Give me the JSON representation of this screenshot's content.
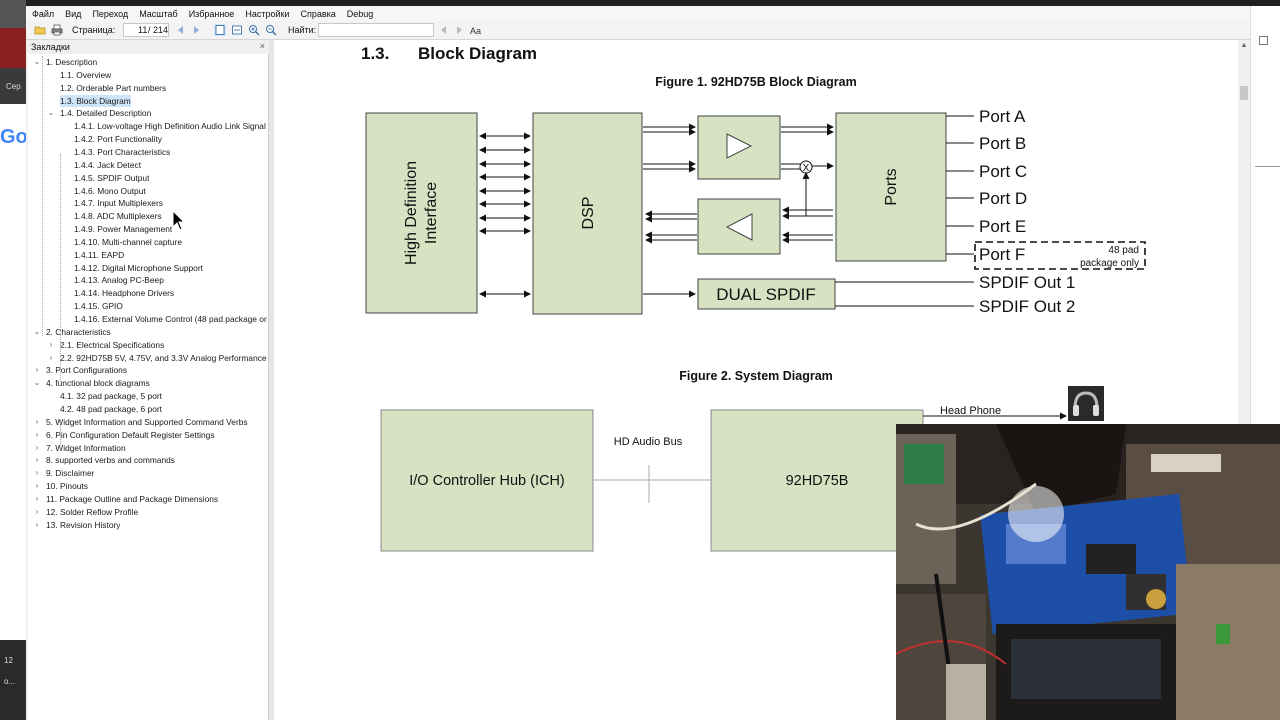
{
  "desktop": {
    "left_fragment_text": "Сер",
    "left_fragment_bottom_text": "12",
    "left_fragment_bottom_text2": "о..."
  },
  "menu": [
    "Файл",
    "Вид",
    "Переход",
    "Масштаб",
    "Избранное",
    "Настройки",
    "Справка",
    "Debug"
  ],
  "toolbar": {
    "page_label": "Страница:",
    "current_page": "11",
    "total_pages": "/ 214",
    "find_label": "Найти:"
  },
  "bookmarks": {
    "title": "Закладки",
    "close_glyph": "×",
    "items": [
      "1. Description",
      "1.1. Overview",
      "1.2. Orderable Part numbers",
      "1.3. Block Diagram",
      "1.4. Detailed Description",
      "1.4.1. Low-voltage High Definition Audio Link Signal",
      "1.4.2. Port Functionality",
      "1.4.3. Port Characteristics",
      "1.4.4. Jack Detect",
      "1.4.5. SPDIF Output",
      "1.4.6. Mono Output",
      "1.4.7. Input Multiplexers",
      "1.4.8. ADC Multiplexers",
      "1.4.9. Power Management",
      "1.4.10. Multi-channel capture",
      "1.4.11. EAPD",
      "1.4.12. Digital Microphone Support",
      "1.4.13. Analog PC-Beep",
      "1.4.14. Headphone Drivers",
      "1.4.15. GPIO",
      "1.4.16. External Volume Control (48 pad package or",
      "2. Characteristics",
      "2.1. Electrical Specifications",
      "2.2. 92HD75B 5V, 4.75V, and 3.3V Analog Performance C",
      "3. Port Configurations",
      "4. functional block diagrams",
      "4.1. 32 pad package, 5 port",
      "4.2. 48 pad package, 6 port",
      "5. Widget Information and Supported Command Verbs",
      "6. Pin Configuration Default Register Settings",
      "7. Widget Information",
      "8. supported verbs and commands",
      "9. Disclaimer",
      "10. Pinouts",
      "11. Package Outline and Package Dimensions",
      "12. Solder Reflow Profile",
      "13. Revision History"
    ],
    "selected": "1.3. Block Diagram"
  },
  "document": {
    "section_number": "1.3.",
    "section_title": "Block Diagram",
    "figure1": {
      "caption": "Figure 1.  92HD75B  Block Diagram",
      "hd_interface": [
        "High Definition",
        "Interface"
      ],
      "dsp": "DSP",
      "ports": "Ports",
      "dual_spdif": "DUAL SPDIF",
      "mixer_symbol": "X",
      "port_labels": [
        "Port A",
        "Port B",
        "Port C",
        "Port D",
        "Port E",
        "Port F"
      ],
      "port_f_note": [
        "48 pad",
        "package only"
      ],
      "spdif_outputs": [
        "SPDIF Out 1",
        "SPDIF Out 2"
      ]
    },
    "figure2": {
      "caption": "Figure 2.  System Diagram",
      "ich": "I/O Controller Hub (ICH)",
      "codec": "92HD75B",
      "bus": "HD Audio Bus",
      "head_phone": "Head Phone"
    }
  },
  "colors": {
    "block_fill": "#d6e2c2",
    "block_stroke": "#444444",
    "selected_bookmark": "#cfe4f7"
  },
  "icons": [
    "open-icon",
    "print-icon",
    "prev-page-icon",
    "next-page-icon",
    "fit-page-icon",
    "fit-width-icon",
    "zoom-in-icon",
    "zoom-out-icon",
    "find-prev-icon",
    "find-next-icon",
    "match-case-icon",
    "headphones-icon"
  ]
}
